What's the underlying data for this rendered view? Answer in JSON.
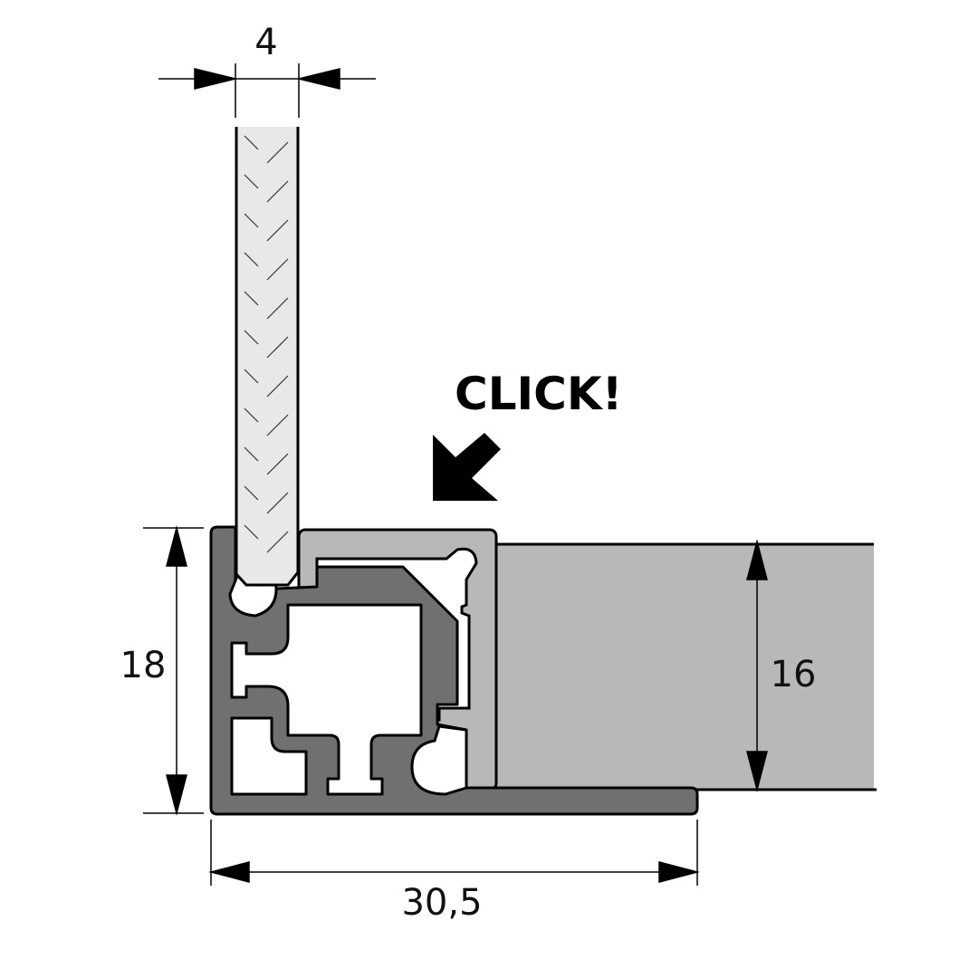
{
  "dimensions": {
    "glass_thickness": "4",
    "profile_height": "18",
    "panel_height": "16",
    "profile_width": "30,5"
  },
  "callout": {
    "label": "CLICK!"
  },
  "colors": {
    "profile": "#707070",
    "cover": "#b8b8b8",
    "panel": "#b8b8b8",
    "glass": "#e8e8e8",
    "stroke": "#000000"
  }
}
